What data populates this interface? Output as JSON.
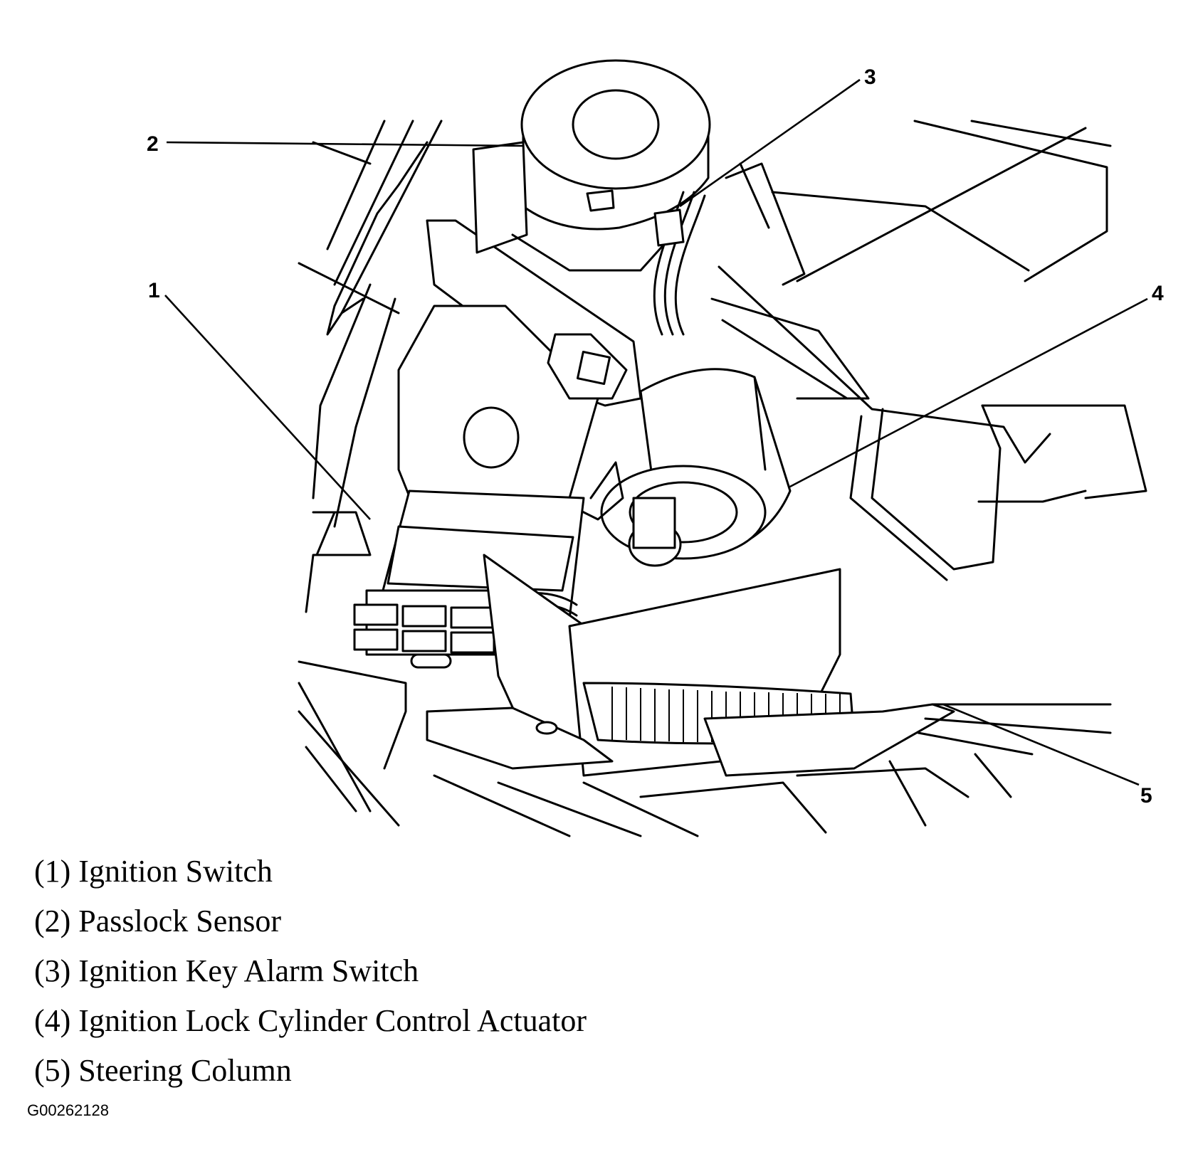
{
  "callouts": [
    {
      "num": "1",
      "label": "Ignition Switch",
      "item": "(1) Ignition Switch"
    },
    {
      "num": "2",
      "label": "Passlock Sensor",
      "item": "(2) Passlock Sensor"
    },
    {
      "num": "3",
      "label": "Ignition Key Alarm Switch",
      "item": "(3) Ignition Key Alarm Switch"
    },
    {
      "num": "4",
      "label": "Ignition Lock Cylinder Control Actuator",
      "item": "(4) Ignition Lock Cylinder Control Actuator"
    },
    {
      "num": "5",
      "label": "Steering Column",
      "item": "(5) Steering Column"
    }
  ],
  "figure_id": "G00262128"
}
